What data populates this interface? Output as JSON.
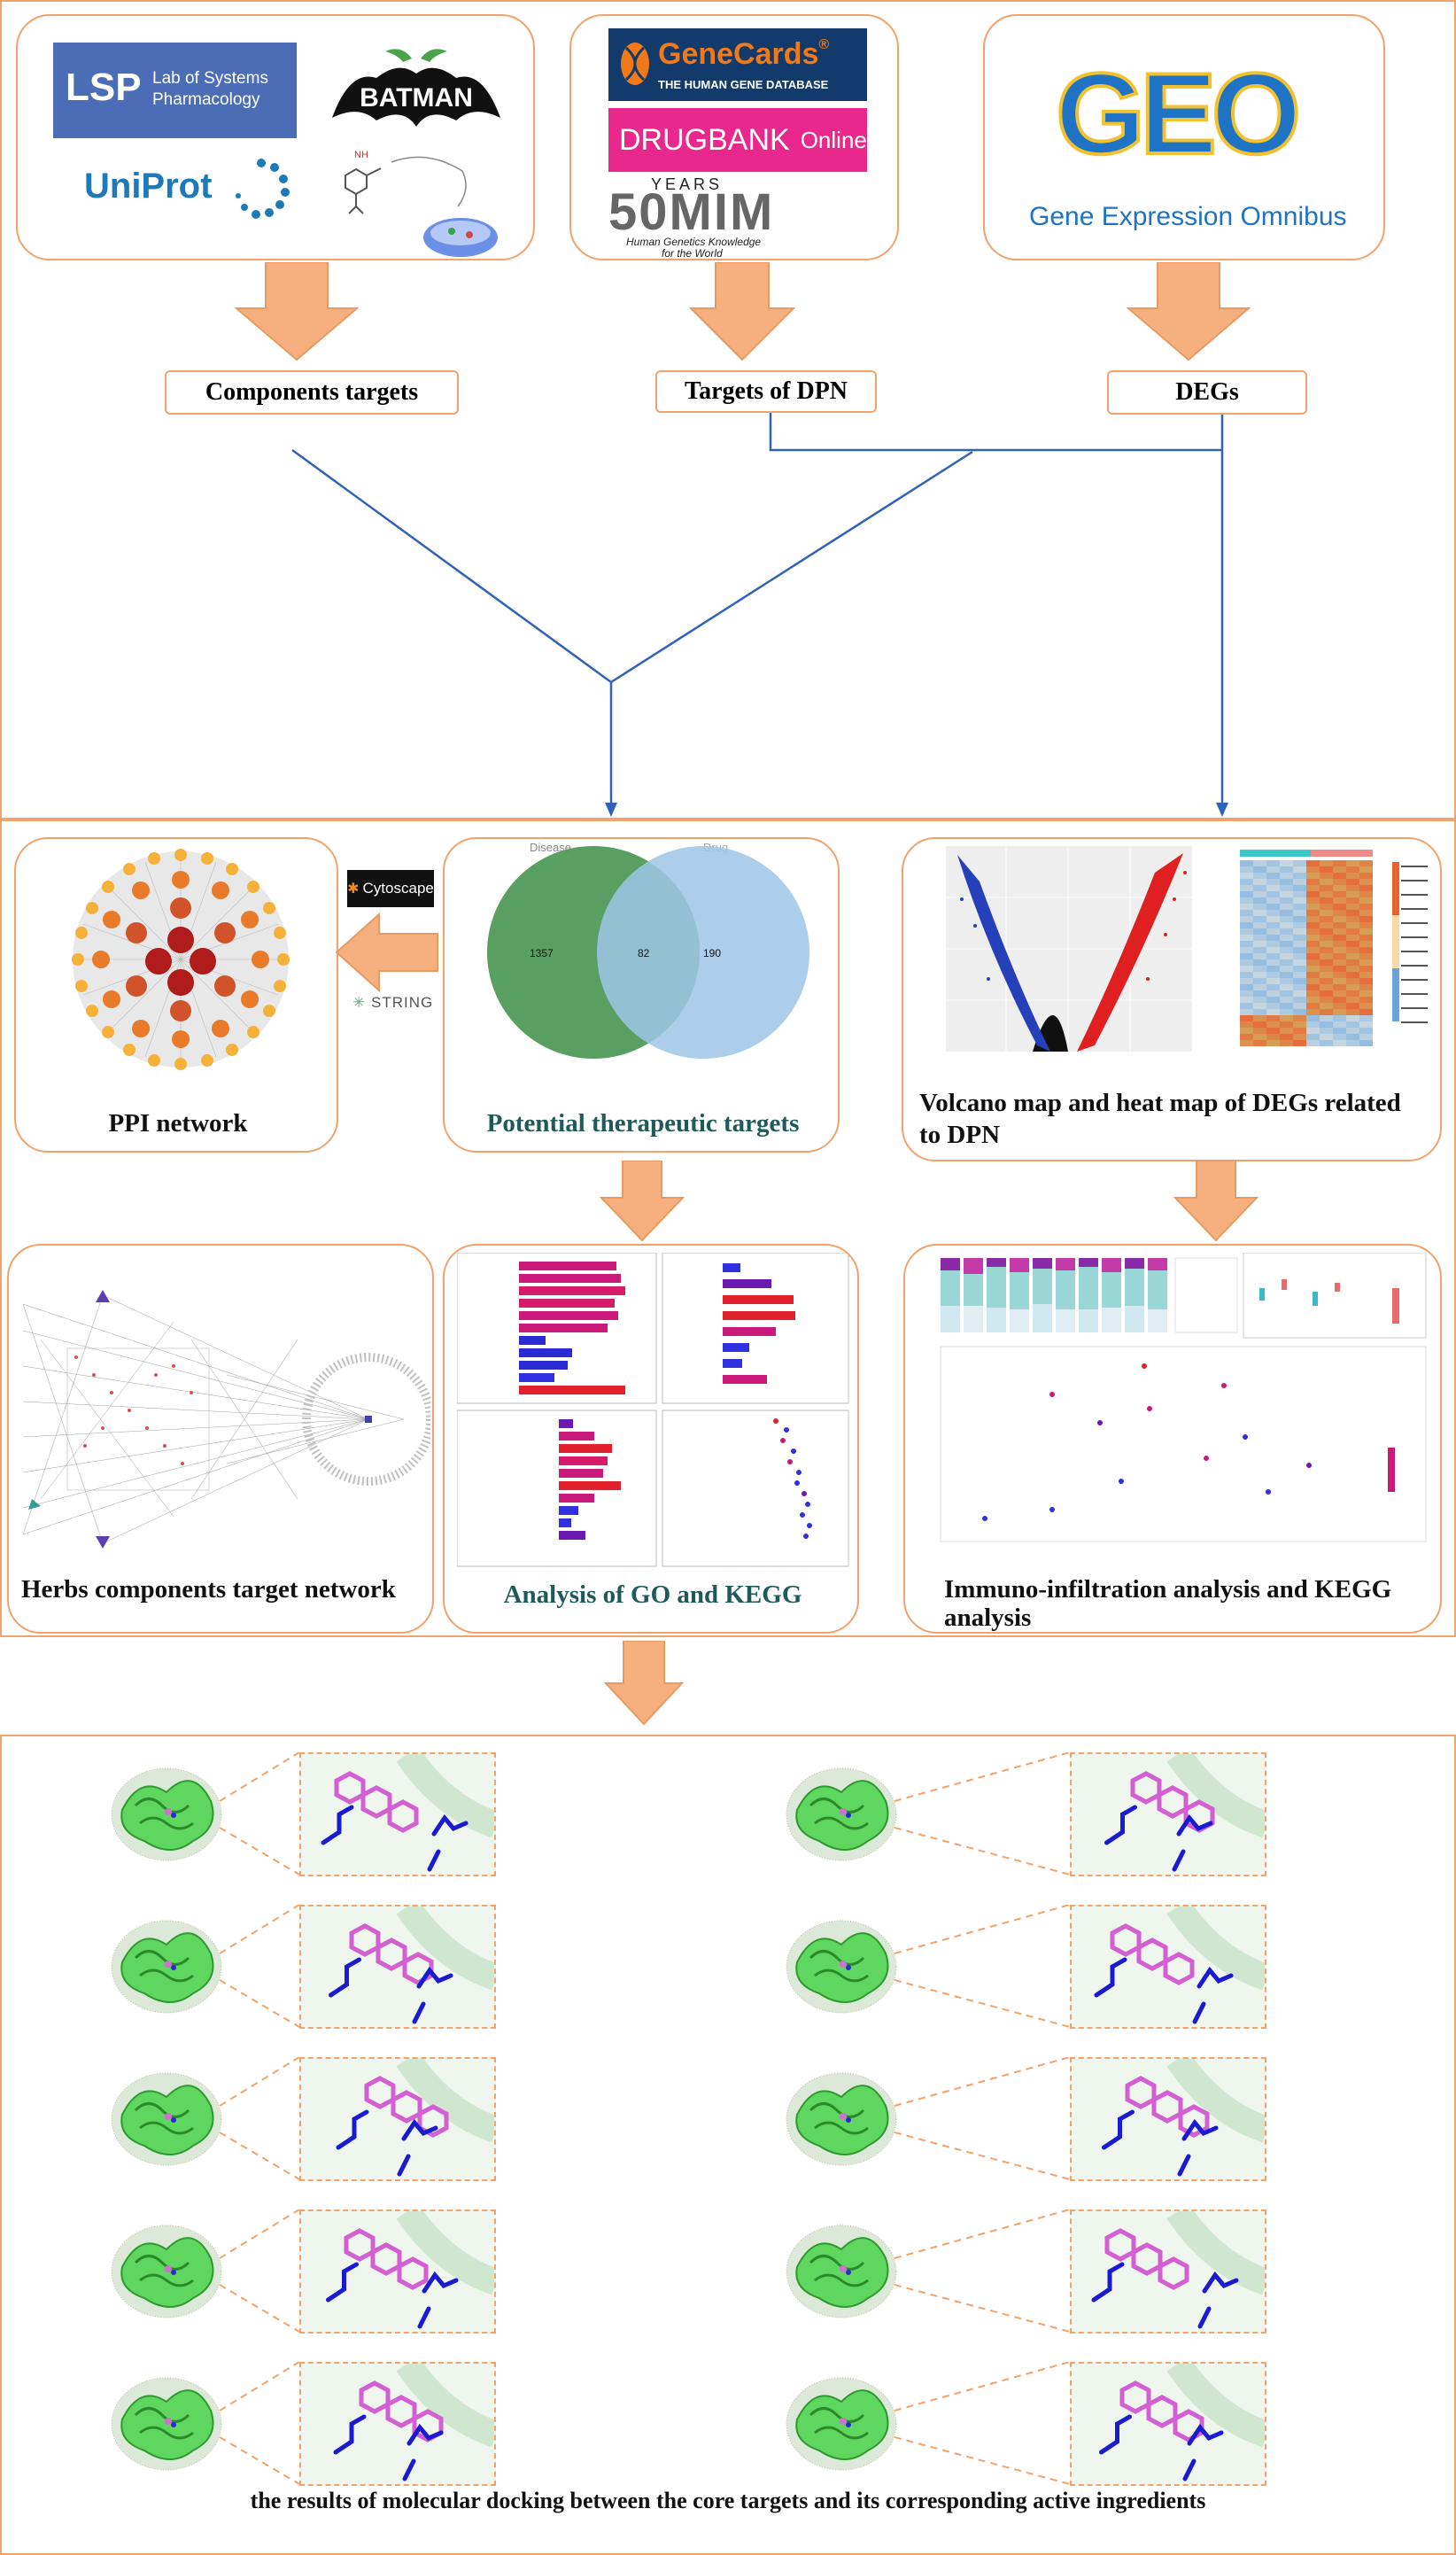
{
  "sources": {
    "lsp_line1": "Lab of Systems",
    "lsp_line2": "Pharmacology",
    "lsp_abbr": "LSP",
    "batman": "BATMAN",
    "uniprot": "UniProt",
    "genecards_title": "GeneCards",
    "genecards_reg": "®",
    "genecards_sub": "THE HUMAN GENE DATABASE",
    "drugbank": "DRUGBANK",
    "drugbank_online": "Online",
    "omim_years": "YEARS",
    "omim_big": "50MIM",
    "omim_sub1": "Human Genetics Knowledge",
    "omim_sub2": "for the World",
    "geo_logo": "GEO",
    "geo_sub": "Gene Expression Omnibus"
  },
  "flow": {
    "components_targets": "Components targets",
    "targets_dpn": "Targets of DPN",
    "degs": "DEGs"
  },
  "middle": {
    "ppi_caption": "PPI network",
    "cytoscape": "Cytoscape",
    "string": "STRING",
    "venn_disease": "Disease",
    "venn_drug": "Drug",
    "venn_left": "1357",
    "venn_center": "82",
    "venn_right": "190",
    "venn_caption": "Potential therapeutic targets",
    "volcano_caption_1": "Volcano map and heat map of DEGs related",
    "volcano_caption_2": "to DPN",
    "herbs_caption": "Herbs components target network",
    "go_caption": "Analysis of GO and KEGG",
    "immuno_caption_1": "Immuno-infiltration analysis and KEGG",
    "immuno_caption_2": "analysis"
  },
  "docking": {
    "caption": "the results of molecular docking between the core targets and its corresponding active ingredients"
  },
  "colors": {
    "accent_orange": "#f2a26b",
    "arrow_orange": "#f6b07f",
    "line_blue": "#2f62b8",
    "venn_green": "#4f9a58",
    "venn_blue": "#9ec6e6",
    "dark_red": "#b01b1b"
  }
}
